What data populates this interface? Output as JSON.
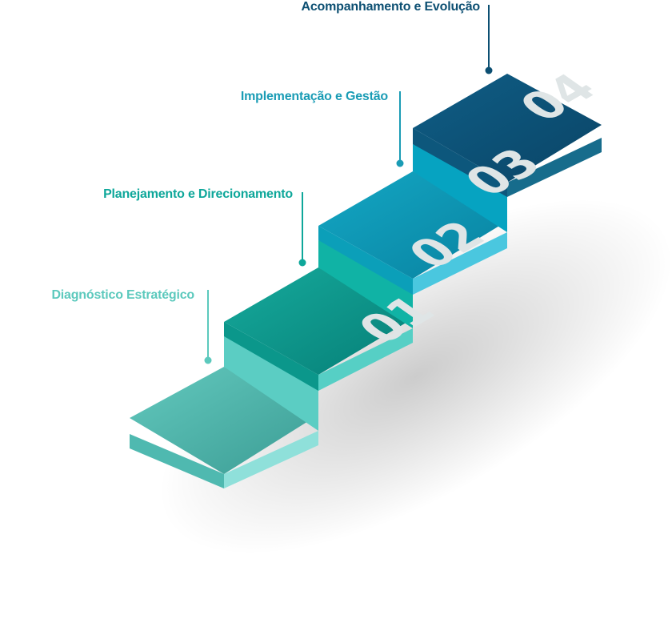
{
  "steps": [
    {
      "number": "01",
      "label": "Diagnóstico Estratégico",
      "color": "#5cc9bd"
    },
    {
      "number": "02",
      "label": "Planejamento e Direcionamento",
      "color": "#0ea79a"
    },
    {
      "number": "03",
      "label": "Implementação e Gestão",
      "color": "#1a9cb5"
    },
    {
      "number": "04",
      "label": "Acompanhamento e Evolução",
      "color": "#0c4f72"
    }
  ]
}
